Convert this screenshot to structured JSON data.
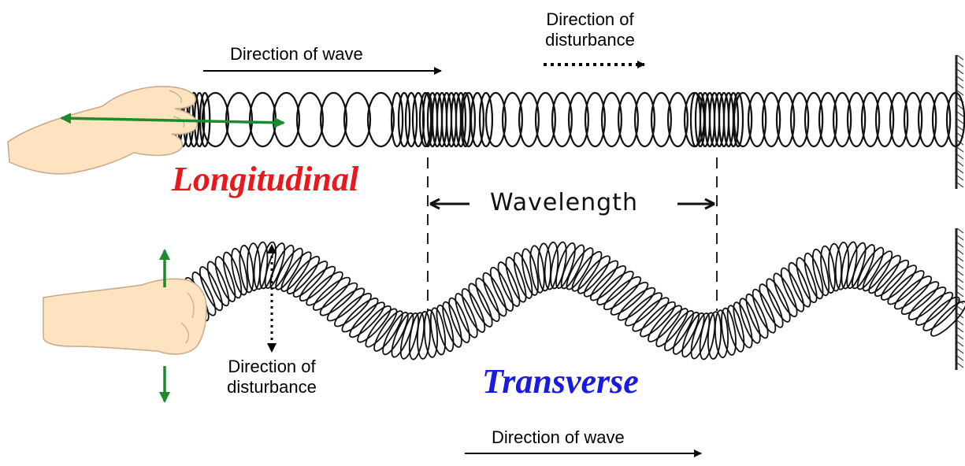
{
  "labels": {
    "top_wave_direction": "Direction of wave",
    "top_disturbance_direction": [
      "Direction of",
      "disturbance"
    ],
    "longitudinal_title": "Longitudinal",
    "wavelength": "Wavelength",
    "bottom_disturbance_direction": [
      "Direction of",
      "disturbance"
    ],
    "transverse_title": "Transverse",
    "bottom_wave_direction": "Direction of wave"
  },
  "colors": {
    "longitudinal_title": "#e8191c",
    "transverse_title": "#1a1ae0",
    "motion_arrows": "#1e8a2e",
    "skin": "#fde3bf",
    "ink": "#111111"
  },
  "icons": {
    "hand_longitudinal": "hand-icon",
    "hand_transverse": "hand-icon",
    "wall": "wall-icon"
  }
}
